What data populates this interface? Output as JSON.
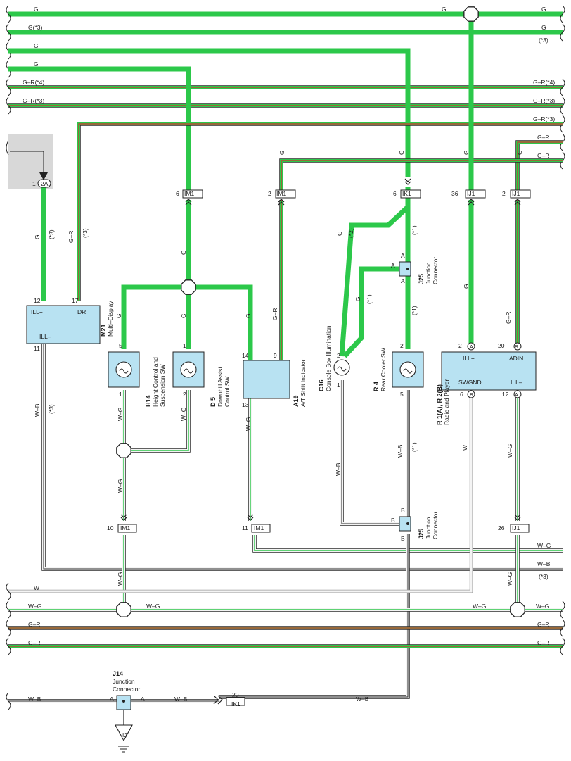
{
  "colors": {
    "green": "#2cc84a",
    "red": "#d93030",
    "black": "#2b2b2b",
    "white_wire": "#f4f4f4",
    "box_fill": "#b8e2f2",
    "gray_pane": "#d8d8d8"
  },
  "bus": {
    "top_g_left": "G",
    "top_g_mid": "G",
    "top_g_right": "G",
    "g3_left": "G(*3)",
    "g3_right": "G",
    "g3_right_note": "(*3)",
    "g_row3": "G",
    "g_row4": "G",
    "gr4_left": "G–R(*4)",
    "gr4_right": "G–R(*4)",
    "gr3_left": "G–R(*3)",
    "gr3_right": "G–R(*3)",
    "gr3_row7_right": "G–R(*3)",
    "gr_row8_right": "G–R",
    "gr_row9_right": "G–R",
    "w_bottom": "W",
    "wg_bottom_left": "W–G",
    "wg_bottom_mid": "W–G",
    "wg_bottom_r1": "W–G",
    "wg_bottom_r2": "W–G",
    "gr_bottom1_left": "G–R",
    "gr_bottom1_right": "G–R",
    "gr_bottom2_left": "G–R",
    "gr_bottom2_right": "G–R",
    "wb_bottom_left": "W–B",
    "wb_bottom_mid": "W–B",
    "wb_bottom_right": "W–B",
    "wg_row_right": "W–G",
    "wb_row_right": "W–B",
    "wb_row_note": "(*3)"
  },
  "connectors": {
    "im1_a": {
      "pin": "6",
      "name": "IM1"
    },
    "im1_b": {
      "pin": "2",
      "name": "IM1"
    },
    "ik1_a": {
      "pin": "6",
      "name": "IK1"
    },
    "ij1_a": {
      "pin": "36",
      "name": "IJ1"
    },
    "ij1_b": {
      "pin": "2",
      "name": "IJ1"
    },
    "im1_c": {
      "pin": "10",
      "name": "IM1"
    },
    "im1_d": {
      "pin": "11",
      "name": "IM1"
    },
    "ij1_c": {
      "pin": "26",
      "name": "IJ1"
    },
    "ik1_b": {
      "pin": "20",
      "name": "IK1"
    },
    "top_2a": {
      "pin": "1",
      "name": "2A"
    }
  },
  "wires": {
    "m21_g": "G",
    "m21_g_note": "(*3)",
    "m21_gr": "G–R",
    "m21_gr_note": "(*3)",
    "im1a_g": "G",
    "h14_g": "G",
    "d5_g": "G",
    "a19_g": "G",
    "a19_gr": "G–R",
    "im1b_g": "G",
    "c16_g": "G",
    "c16_g_note": "(*2)",
    "c16_g2": "G",
    "c16_g2_note": "(*1)",
    "ik1_g_note": "(*1)",
    "r4_g_note": "(*1)",
    "ij1a_g": "G",
    "ij1b_g": "G",
    "r1_gr": "G–R",
    "m21_wb": "W–B",
    "m21_wb_note": "(*3)",
    "h14_wg": "W–G",
    "d5_wg": "W–G",
    "a19_wg": "W–G",
    "c16_wb": "W–B",
    "r4_wb": "W–B",
    "r4_wb_note": "(*1)",
    "r1_w": "W",
    "r1_wg": "W–G",
    "im1c_wg1": "W–G",
    "im1c_wg2": "W–G",
    "ij1c_wg": "W–G"
  },
  "components": {
    "m21": {
      "code": "M21",
      "name": "Multi–Display",
      "pin_illp": "ILL+",
      "pin_dr": "DR",
      "pin_illm": "ILL–",
      "n12": "12",
      "n17": "17",
      "n11": "11"
    },
    "h14": {
      "code": "H14",
      "name1": "Height Control and",
      "name2": "Suspension SW",
      "n5": "5",
      "n1": "1"
    },
    "d5": {
      "code": "D 5",
      "name1": "Downhill Assist",
      "name2": "Control SW",
      "n1": "1",
      "n2": "2"
    },
    "a19": {
      "code": "A19",
      "name": "A/T Shift Indicator",
      "n14": "14",
      "n9": "9",
      "n13": "13"
    },
    "c16": {
      "code": "C16",
      "name": "Console Box Illumination",
      "n2": "2",
      "n1": "1"
    },
    "r4": {
      "code": "R 4",
      "name": "Rear Cooler SW",
      "n2": "2",
      "n5": "5"
    },
    "r1": {
      "code": "R 1(A), R 2(B)",
      "name": "Radio and Player",
      "pin_illp": "ILL+",
      "pin_adin": "ADIN",
      "pin_swgnd": "SWGND",
      "pin_illm": "ILL–",
      "n2": "2",
      "n20": "20",
      "n6": "6",
      "n12": "12",
      "ca": "A",
      "cb": "B",
      "cb2": "B",
      "ca2": "A"
    },
    "j25a": {
      "code": "J25",
      "name": "Junction",
      "name2": "Connector",
      "a1": "A",
      "a2": "A",
      "a3": "A"
    },
    "j25b": {
      "code": "J25",
      "name": "Junction",
      "name2": "Connector",
      "b1": "B",
      "b2": "B",
      "b3": "B"
    },
    "j14": {
      "code": "J14",
      "name": "Junction",
      "name2": "Connector",
      "a1": "A",
      "a2": "A"
    },
    "ground": {
      "label": "IJ"
    }
  }
}
